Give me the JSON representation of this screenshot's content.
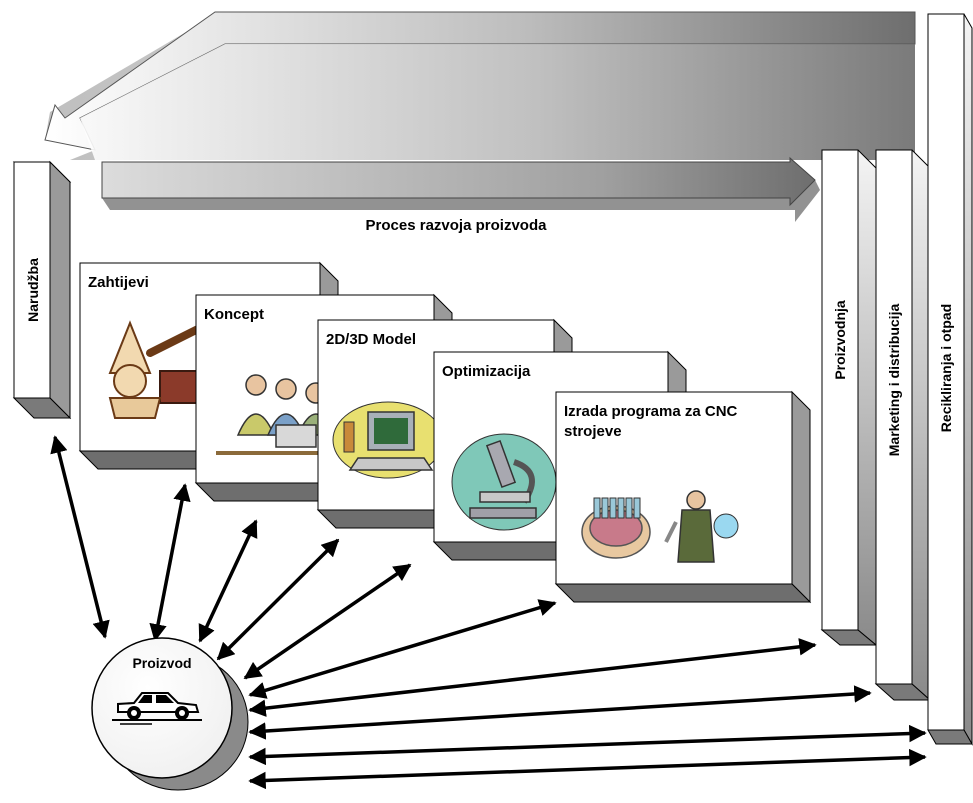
{
  "process_title": "Proces razvoja proizvoda",
  "order_bar": {
    "label": "Narudžba"
  },
  "stages": [
    {
      "label": "Zahtijevi",
      "label2": "",
      "icon": "wizard-telescope-icon"
    },
    {
      "label": "Koncept",
      "label2": "",
      "icon": "team-laptop-icon"
    },
    {
      "label": "2D/3D Model",
      "label2": "",
      "icon": "computer-icon"
    },
    {
      "label": "Optimizacija",
      "label2": "",
      "icon": "microscope-icon"
    },
    {
      "label": "Izrada programa za CNC",
      "label2": "strojeve",
      "icon": "worker-machine-icon"
    }
  ],
  "lifecycle_bars": [
    {
      "label": "Proizvodnja"
    },
    {
      "label": "Marketing i distribucija"
    },
    {
      "label": "Recikliranja i otpad"
    }
  ],
  "product": {
    "label": "Proizvod",
    "icon": "car-icon"
  },
  "colors": {
    "bar_light": "#ffffff",
    "bar_dark": "#7a7a7a",
    "line": "#000000",
    "arrow_gray": "#9a9a9a"
  }
}
